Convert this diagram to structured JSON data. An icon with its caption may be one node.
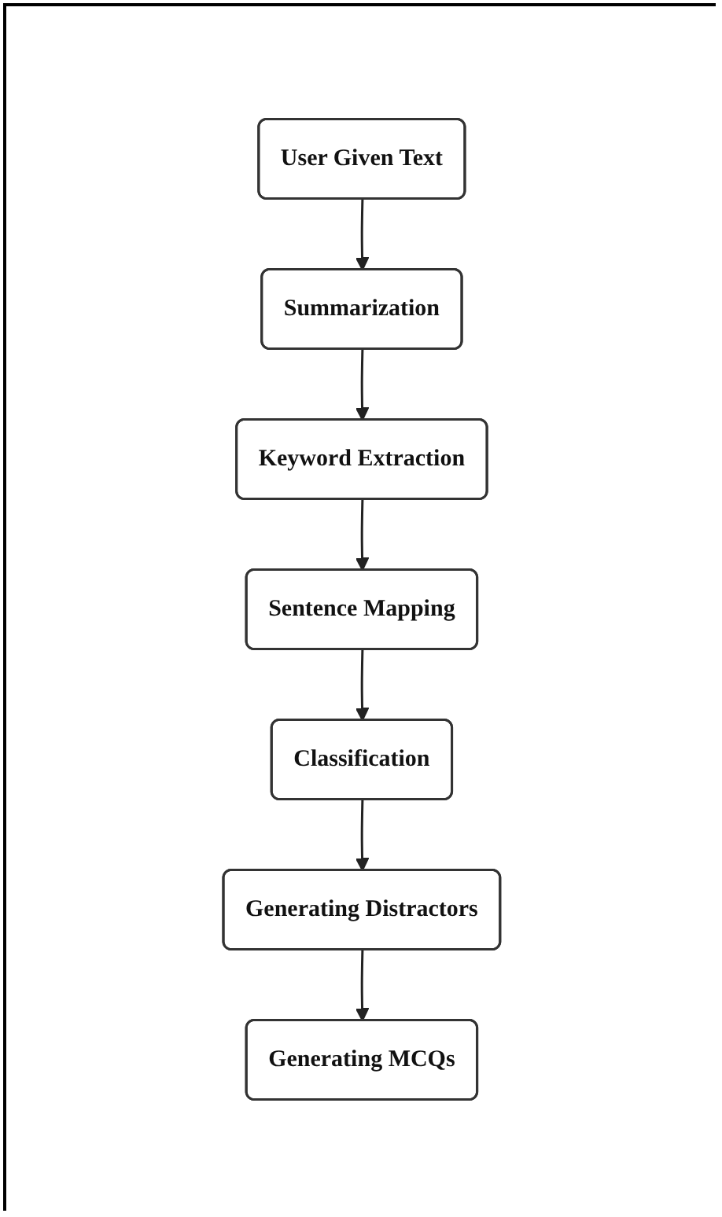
{
  "diagram": {
    "nodes": [
      {
        "text": [
          "User Given Text"
        ]
      },
      {
        "text": [
          "Summarization"
        ]
      },
      {
        "text": [
          "Keyword Extraction"
        ]
      },
      {
        "text": [
          "Sentence Mapping"
        ]
      },
      {
        "text": [
          "Classification"
        ]
      },
      {
        "text": [
          "Generating Distractors"
        ]
      },
      {
        "text": [
          "Generating MCQs"
        ]
      }
    ],
    "edges": [
      {
        "from": 0,
        "to": 1,
        "arrow": "to"
      },
      {
        "from": 1,
        "to": 2,
        "arrow": "to"
      },
      {
        "from": 2,
        "to": 3,
        "arrow": "to"
      },
      {
        "from": 3,
        "to": 4,
        "arrow": "to"
      },
      {
        "from": 4,
        "to": 5,
        "arrow": "to"
      },
      {
        "from": 5,
        "to": 6,
        "arrow": "to"
      }
    ]
  }
}
